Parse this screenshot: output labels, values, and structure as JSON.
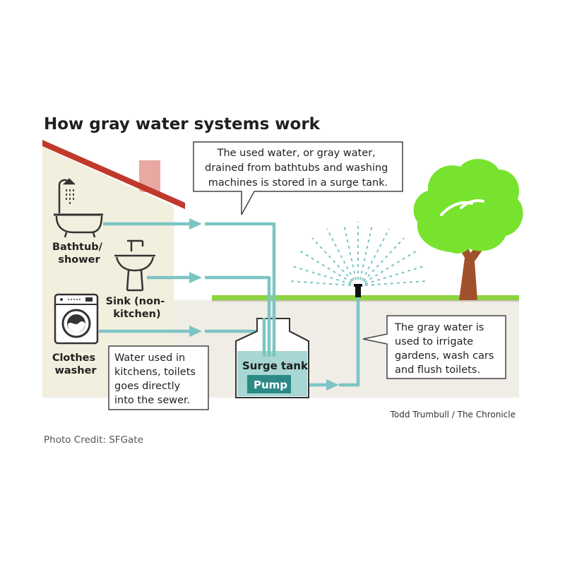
{
  "title": "How gray water systems work",
  "fixtures": {
    "bathtub": [
      "Bathtub/",
      "shower"
    ],
    "sink": [
      "Sink (non-",
      "kitchen)"
    ],
    "washer": [
      "Clothes",
      "washer"
    ]
  },
  "callouts": {
    "stored": [
      "The used water, or gray water,",
      "drained from bathtubs and washing",
      "machines is stored in a surge tank."
    ],
    "kitchen": [
      "Water used in",
      "kitchens, toilets",
      "goes directly",
      "into the sewer."
    ],
    "irrigate": [
      "The gray water is",
      "used to irrigate",
      "gardens, wash cars",
      "and flush toilets."
    ]
  },
  "tank": {
    "label": "Surge tank",
    "pump": "Pump"
  },
  "credit": "Todd Trumbull / The Chronicle",
  "photo_credit": "Photo Credit: SFGate",
  "colors": {
    "pipe": "#7cc4c4",
    "house_wall": "#f2efdf",
    "roof": "#c0392b",
    "ground": "#f0ede6",
    "grass": "#8bd43f",
    "tree": "#78e32e",
    "trunk": "#a0522d",
    "tank_fill": "#a8d6d2",
    "pump_fill": "#2b8a86"
  },
  "icons": {
    "bathtub": "bathtub-shower-icon",
    "sink": "sink-icon",
    "washer": "washing-machine-icon",
    "sprinkler": "sprinkler-icon",
    "tree": "tree-icon"
  }
}
